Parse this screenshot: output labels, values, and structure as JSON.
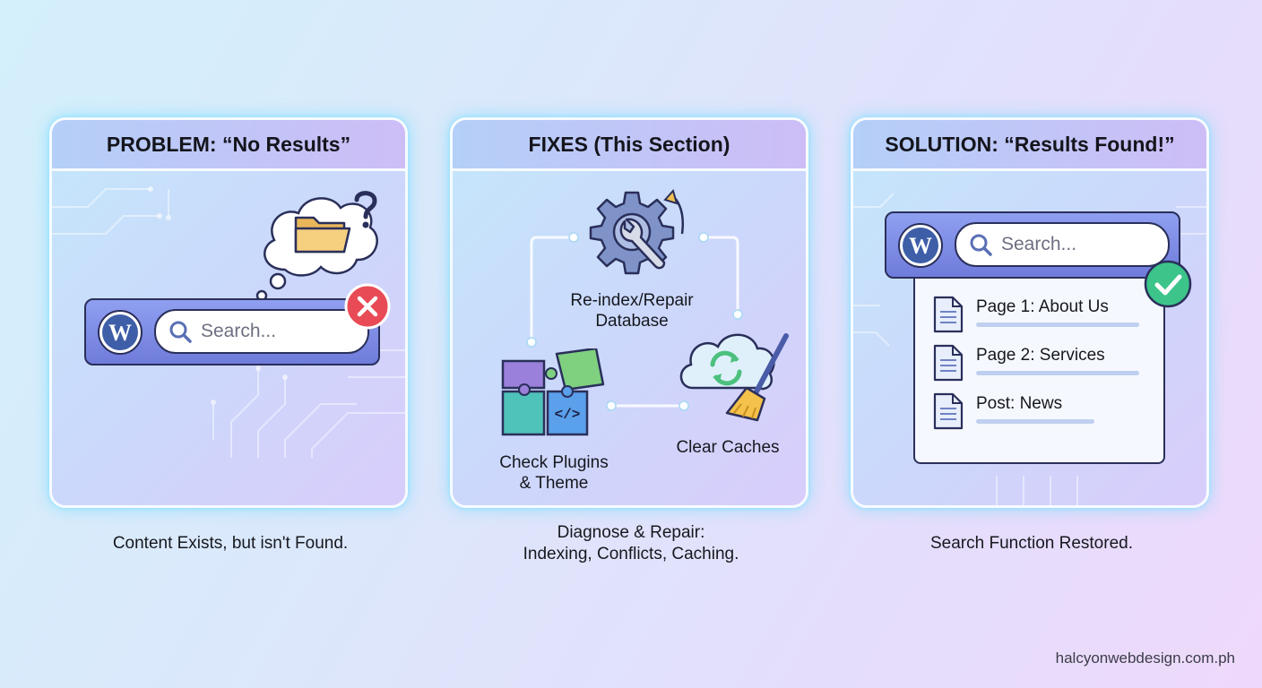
{
  "panels": [
    {
      "title": "PROBLEM: “No Results”",
      "caption": "Content Exists, but isn't Found.",
      "search_placeholder": "Search...",
      "icons": [
        "thought-bubble-icon",
        "folder-icon",
        "question-mark-icon",
        "error-x-icon",
        "wordpress-logo-icon",
        "search-icon"
      ]
    },
    {
      "title": "FIXES (This Section)",
      "caption_line1": "Diagnose & Repair:",
      "caption_line2": "Indexing, Conflicts, Caching.",
      "steps": [
        {
          "line1": "Re-index/Repair",
          "line2": "Database",
          "icon": "gear-wrench-icon"
        },
        {
          "line1": "Clear Caches",
          "line2": "",
          "icon": "cloud-broom-icon"
        },
        {
          "line1": "Check Plugins",
          "line2": "& Theme",
          "icon": "puzzle-code-icon"
        }
      ]
    },
    {
      "title": "SOLUTION: “Results Found!”",
      "caption": "Search Function Restored.",
      "search_placeholder": "Search...",
      "results": [
        {
          "label": "Page 1: About Us"
        },
        {
          "label": "Page 2: Services"
        },
        {
          "label": "Post: News"
        }
      ],
      "icons": [
        "wordpress-logo-icon",
        "search-icon",
        "success-check-icon",
        "document-icon"
      ]
    }
  ],
  "footer": "halcyonwebdesign.com.ph",
  "colors": {
    "success": "#3cc48a",
    "error": "#e84b55",
    "accent": "#7583e0",
    "outline": "#2a2f5a"
  }
}
